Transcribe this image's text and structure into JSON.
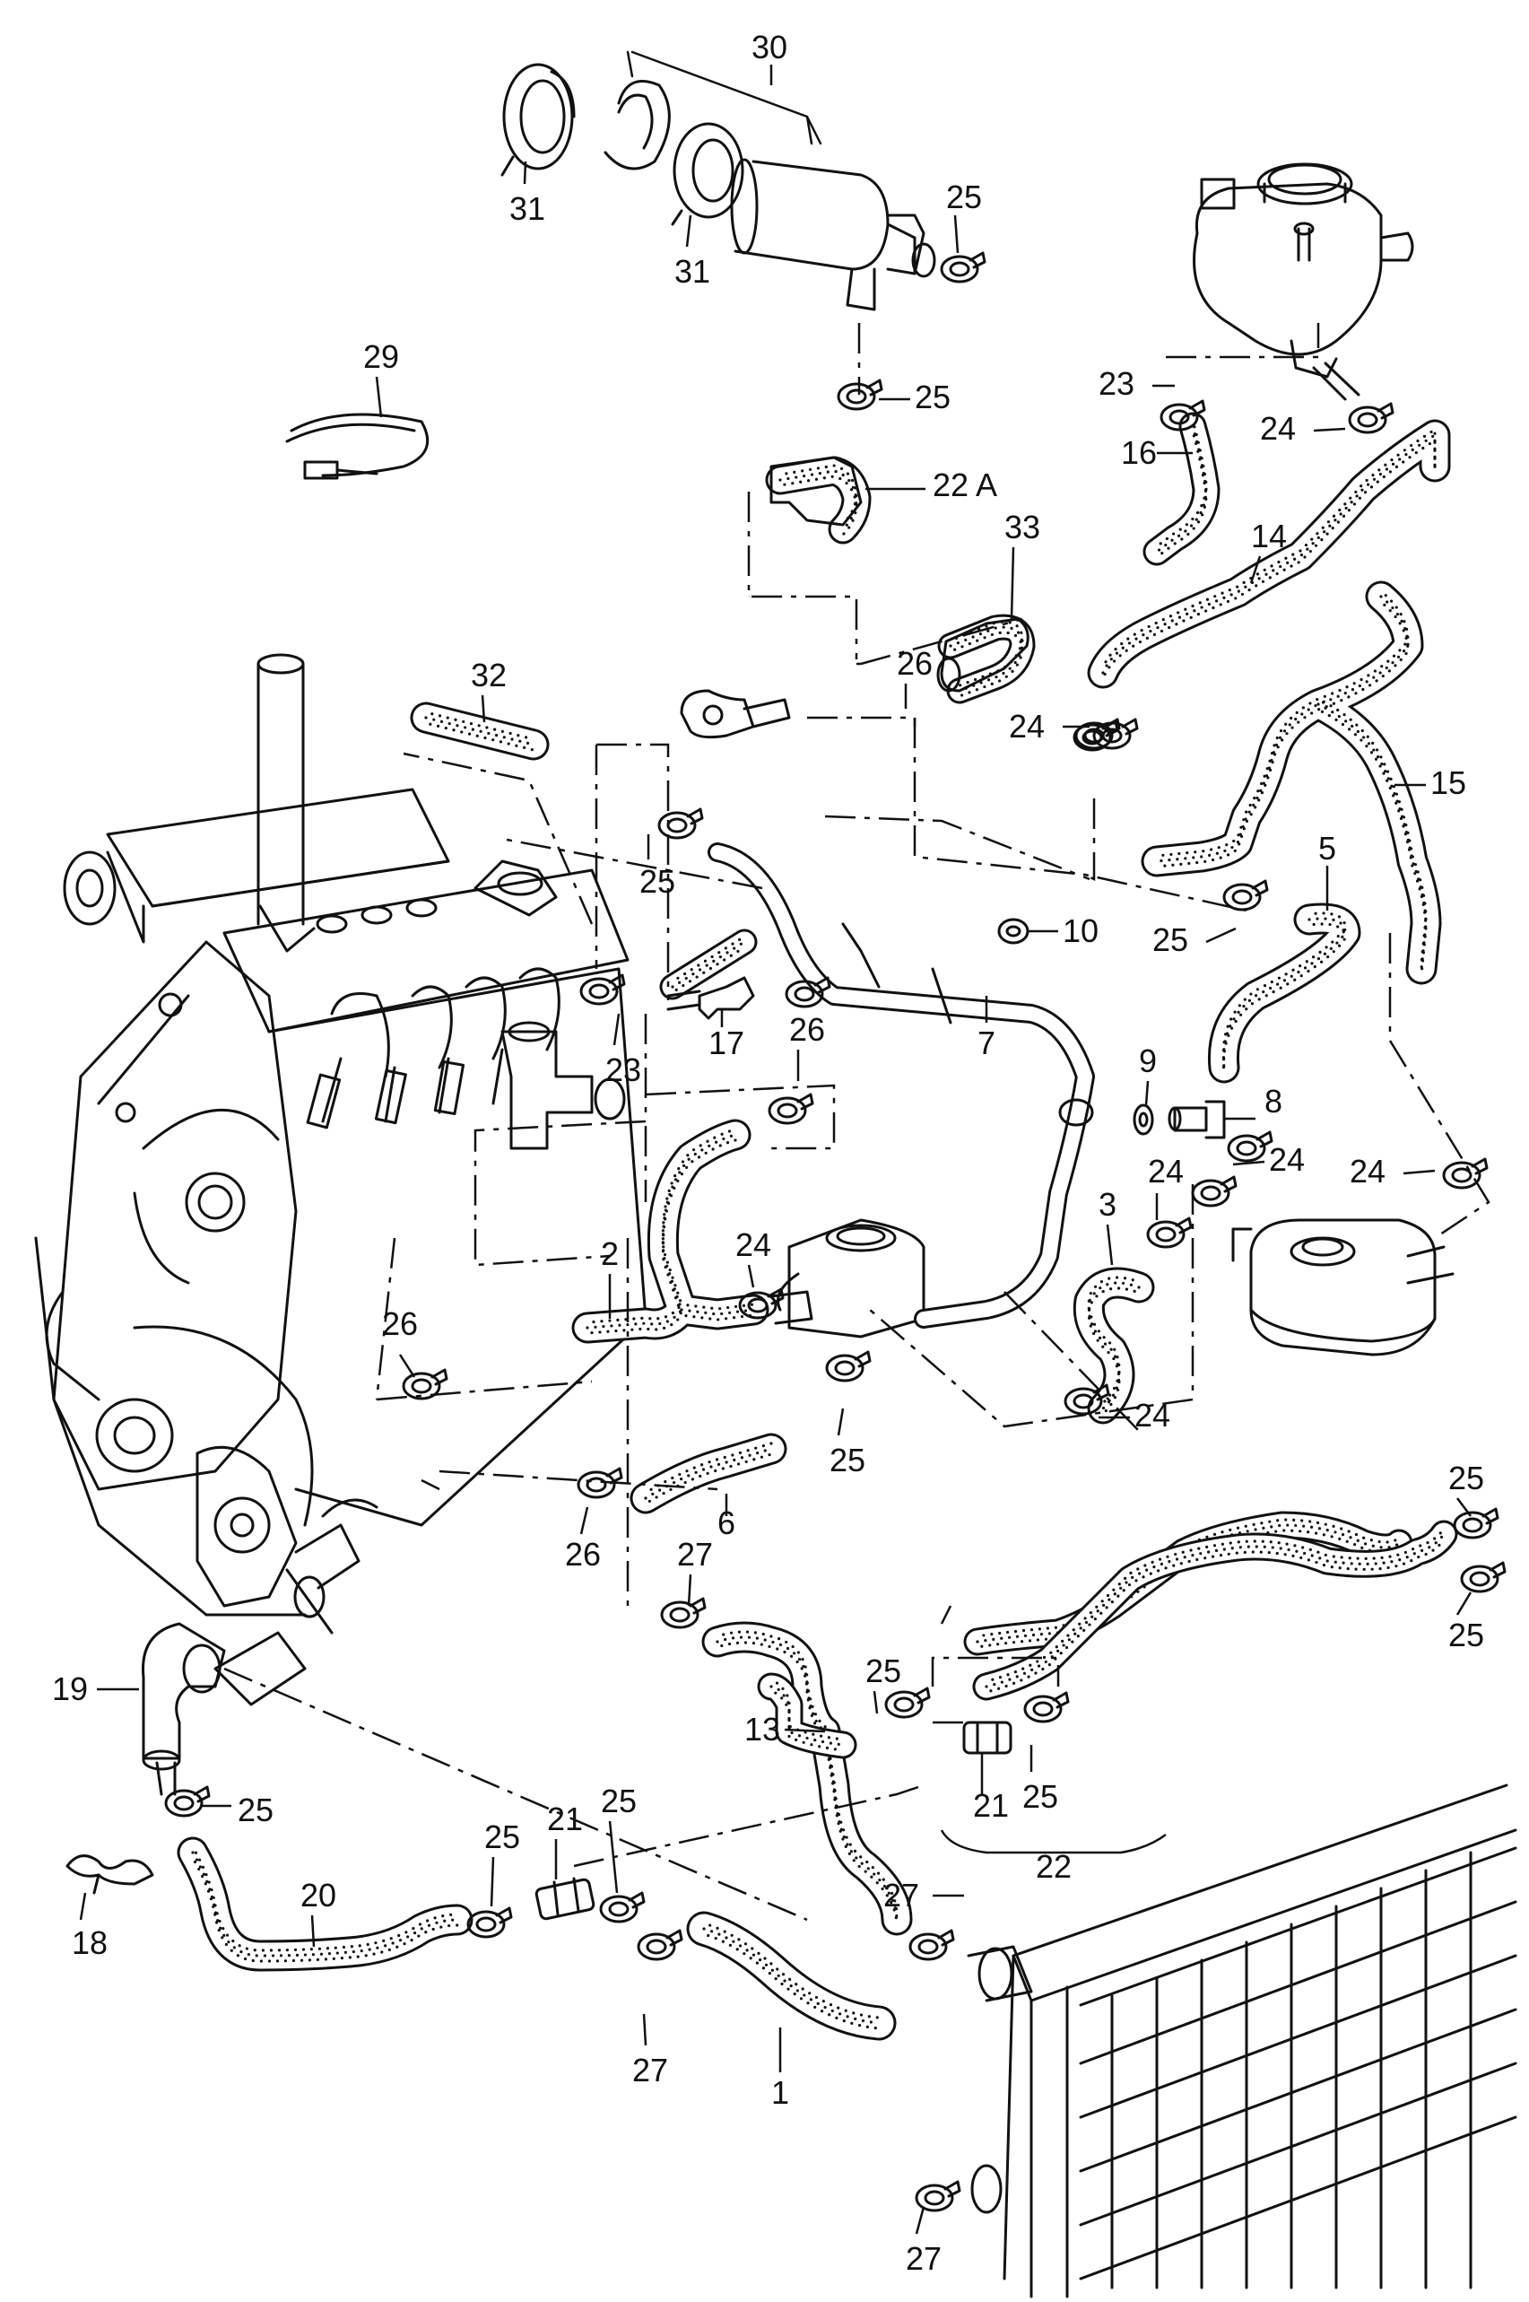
{
  "diagram": {
    "labels": {
      "l1": "1",
      "l2": "2",
      "l3": "3",
      "l5": "5",
      "l6": "6",
      "l7": "7",
      "l8": "8",
      "l9": "9",
      "l10": "10",
      "l13": "13",
      "l14": "14",
      "l15": "15",
      "l16": "16",
      "l17": "17",
      "l18": "18",
      "l19": "19",
      "l20": "20",
      "l21a": "21",
      "l21b": "21",
      "l22a": "22",
      "l22A": "22 A",
      "l23a": "23",
      "l23b": "23",
      "l24a": "24",
      "l24b": "24",
      "l24c": "24",
      "l24d": "24",
      "l24e": "24",
      "l24f": "24",
      "l24g": "24",
      "l25a": "25",
      "l25b": "25",
      "l25c": "25",
      "l25d": "25",
      "l25e": "25",
      "l25f": "25",
      "l25g": "25",
      "l25h": "25",
      "l25i": "25",
      "l25j": "25",
      "l25k": "25",
      "l25l": "25",
      "l26a": "26",
      "l26b": "26",
      "l26c": "26",
      "l26d": "26",
      "l27a": "27",
      "l27b": "27",
      "l27c": "27",
      "l27d": "27",
      "l29": "29",
      "l30": "30",
      "l31a": "31",
      "l31b": "31",
      "l32": "32",
      "l33": "33"
    }
  }
}
